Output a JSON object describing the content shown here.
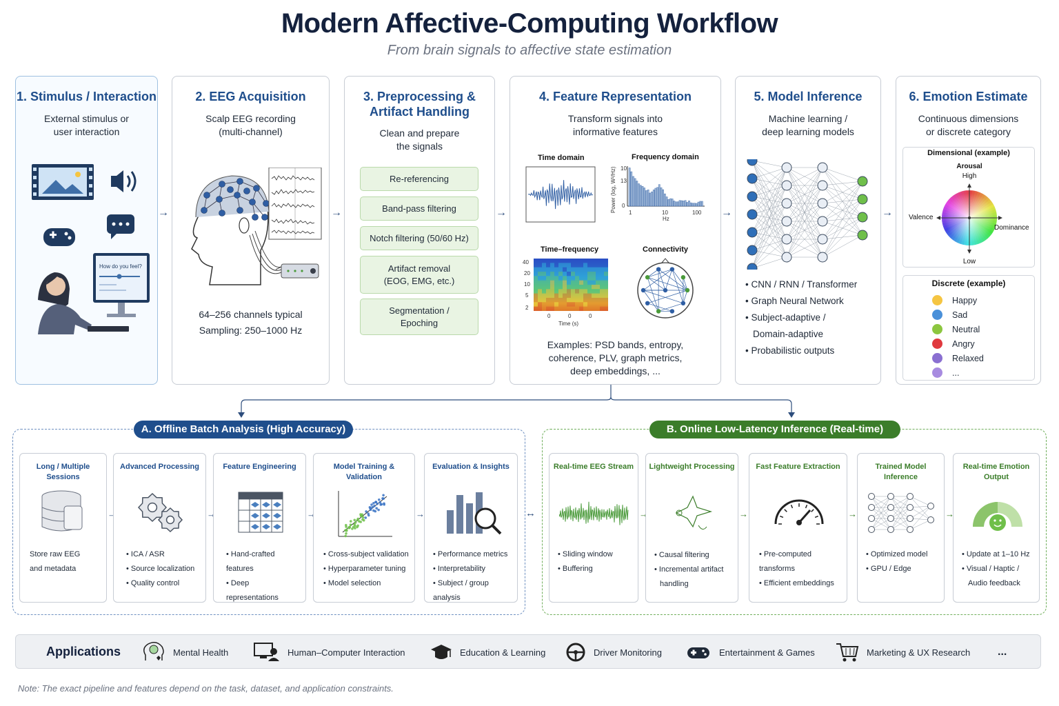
{
  "header": {
    "title": "Modern Affective-Computing Workflow",
    "subtitle": "From brain signals to affective state estimation"
  },
  "stages": [
    {
      "title": "1. Stimulus / Interaction",
      "desc": [
        "External stimulus or",
        "user interaction"
      ],
      "screen_text": "How do you feel?"
    },
    {
      "title": "2. EEG Acquisition",
      "desc": [
        "Scalp EEG recording",
        "(multi-channel)"
      ],
      "notes": [
        "64–256 channels typical",
        "Sampling: 250–1000 Hz"
      ]
    },
    {
      "title": [
        "3. Preprocessing &",
        "Artifact Handling"
      ],
      "desc": [
        "Clean and prepare",
        "the signals"
      ],
      "steps": [
        "Re-referencing",
        "Band-pass filtering",
        "Notch filtering (50/60 Hz)",
        "Artifact removal\n(EOG, EMG, etc.)",
        "Segmentation /\nEpoching"
      ]
    },
    {
      "title": "4. Feature Representation",
      "desc": [
        "Transform signals into",
        "informative features"
      ],
      "panels": {
        "time": "Time domain",
        "freq": "Frequency domain",
        "tf": "Time–frequency",
        "conn": "Connectivity"
      },
      "freq_axis": {
        "ylabel": "Power (log, W²/Hz)",
        "yticks": [
          "10",
          "13",
          "0"
        ],
        "xticks": [
          "1",
          "10",
          "100"
        ],
        "xunit": "Hz"
      },
      "tf_axis": {
        "yticks": [
          "40",
          "20",
          "10",
          "5",
          "2"
        ],
        "xticks": [
          "0",
          "0",
          "0"
        ],
        "xlabel": "Time (s)"
      },
      "examples": [
        "Examples: PSD bands, entropy,",
        "coherence, PLV, graph metrics,",
        "deep embeddings, ..."
      ]
    },
    {
      "title": "5. Model Inference",
      "desc": [
        "Machine learning /",
        "deep learning models"
      ],
      "bullets": [
        "CNN / RNN / Transformer",
        "Graph Neural Network",
        "Subject-adaptive /",
        "Domain-adaptive",
        "Probabilistic outputs"
      ]
    },
    {
      "title": "6. Emotion Estimate",
      "desc": [
        "Continuous dimensions",
        "or discrete category"
      ],
      "dimensional": {
        "title": "Dimensional (example)",
        "arousal": "Arousal",
        "high": "High",
        "low": "Low",
        "valence": "Valence",
        "dominance": "Dominance"
      },
      "discrete": {
        "title": "Discrete (example)",
        "items": [
          "Happy",
          "Sad",
          "Neutral",
          "Angry",
          "Relaxed",
          "..."
        ]
      }
    }
  ],
  "offline": {
    "label": "A. Offline Batch Analysis (High Accuracy)",
    "cards": [
      {
        "title": "Long / Multiple Sessions",
        "items": [
          "Store raw EEG",
          "and metadata"
        ]
      },
      {
        "title": "Advanced Processing",
        "items": [
          "ICA / ASR",
          "Source localization",
          "Quality control"
        ]
      },
      {
        "title": "Feature Engineering",
        "items": [
          "Hand-crafted features",
          "Deep representations"
        ]
      },
      {
        "title": "Model Training & Validation",
        "items": [
          "Cross-subject validation",
          "Hyperparameter tuning",
          "Model selection"
        ]
      },
      {
        "title": "Evaluation & Insights",
        "items": [
          "Performance metrics",
          "Interpretability",
          "Subject / group analysis"
        ]
      }
    ]
  },
  "online": {
    "label": "B. Online Low-Latency Inference (Real-time)",
    "cards": [
      {
        "title": "Real-time EEG Stream",
        "items": [
          "Sliding window",
          "Buffering"
        ]
      },
      {
        "title": "Lightweight Processing",
        "items": [
          "Causal filtering",
          "Incremental artifact",
          "handling"
        ]
      },
      {
        "title": "Fast Feature Extraction",
        "items": [
          "Pre-computed transforms",
          "Efficient embeddings"
        ]
      },
      {
        "title": "Trained Model Inference",
        "items": [
          "Optimized model",
          "GPU / Edge"
        ]
      },
      {
        "title": "Real-time Emotion Output",
        "items": [
          "Update at 1–10 Hz",
          "Visual / Haptic /",
          "Audio feedback"
        ]
      }
    ]
  },
  "applications": {
    "title": "Applications",
    "items": [
      "Mental Health",
      "Human–Computer Interaction",
      "Education & Learning",
      "Driver Monitoring",
      "Entertainment & Games",
      "Marketing & UX Research"
    ],
    "more": "..."
  },
  "note": "Note: The exact pipeline and features depend on the task, dataset, and application constraints.",
  "colors": {
    "navy": "#1f4e8c",
    "green": "#3b7d2a",
    "title": "#14213d"
  }
}
